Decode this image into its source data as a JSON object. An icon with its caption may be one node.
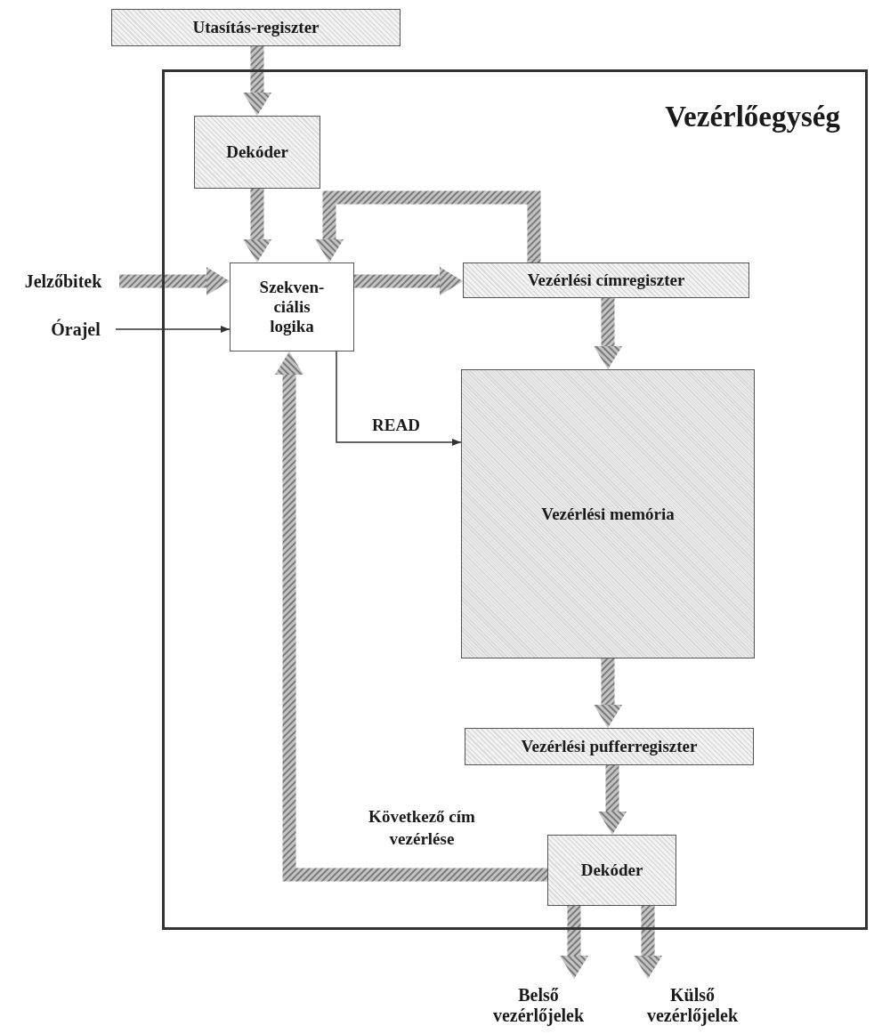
{
  "diagram": {
    "nodes": [
      {
        "text": [
          "Utasítás-regiszter"
        ]
      },
      {
        "text": [
          "Vezérlőegység"
        ]
      },
      {
        "text": [
          "Dekóder"
        ],
        "in": 1
      },
      {
        "text": [
          "Jelzőbitek"
        ]
      },
      {
        "text": [
          "Órajel"
        ]
      },
      {
        "text": [
          "Szekven-ciális logika"
        ],
        "in": 1
      },
      {
        "text": [
          "Vezérlési címregiszter"
        ],
        "in": 1
      },
      {
        "text": [
          "Vezérlési memória"
        ],
        "in": 1
      },
      {
        "text": [
          "Vezérlési pufferregiszter"
        ],
        "in": 1
      },
      {
        "text": [
          "Dekóder"
        ],
        "in": 1
      },
      {
        "text": [
          "Belső vezérlőjelek"
        ]
      },
      {
        "text": [
          "Külső vezérlőjelek"
        ]
      }
    ],
    "edges": [
      {
        "from": 0,
        "to": 2,
        "arrow": "to",
        "style": "thick"
      },
      {
        "from": 2,
        "to": 5,
        "arrow": "to",
        "style": "thick"
      },
      {
        "from": 3,
        "to": 5,
        "arrow": "to",
        "style": "thick"
      },
      {
        "from": 4,
        "to": 5,
        "arrow": "to"
      },
      {
        "from": 5,
        "to": 6,
        "arrow": "to",
        "style": "thick"
      },
      {
        "from": 6,
        "to": 5,
        "arrow": "to",
        "style": "thick"
      },
      {
        "from": 6,
        "to": 7,
        "arrow": "to",
        "style": "thick"
      },
      {
        "from": 5,
        "to": 7,
        "arrow": "to",
        "label": "READ"
      },
      {
        "from": 7,
        "to": 8,
        "arrow": "to",
        "style": "thick"
      },
      {
        "from": 8,
        "to": 9,
        "arrow": "to",
        "style": "thick"
      },
      {
        "from": 9,
        "to": 5,
        "arrow": "to",
        "style": "thick",
        "label": "Következő cím vezérlése"
      },
      {
        "from": 9,
        "to": 10,
        "arrow": "to",
        "style": "thick"
      },
      {
        "from": 9,
        "to": 11,
        "arrow": "to",
        "style": "thick"
      }
    ]
  }
}
